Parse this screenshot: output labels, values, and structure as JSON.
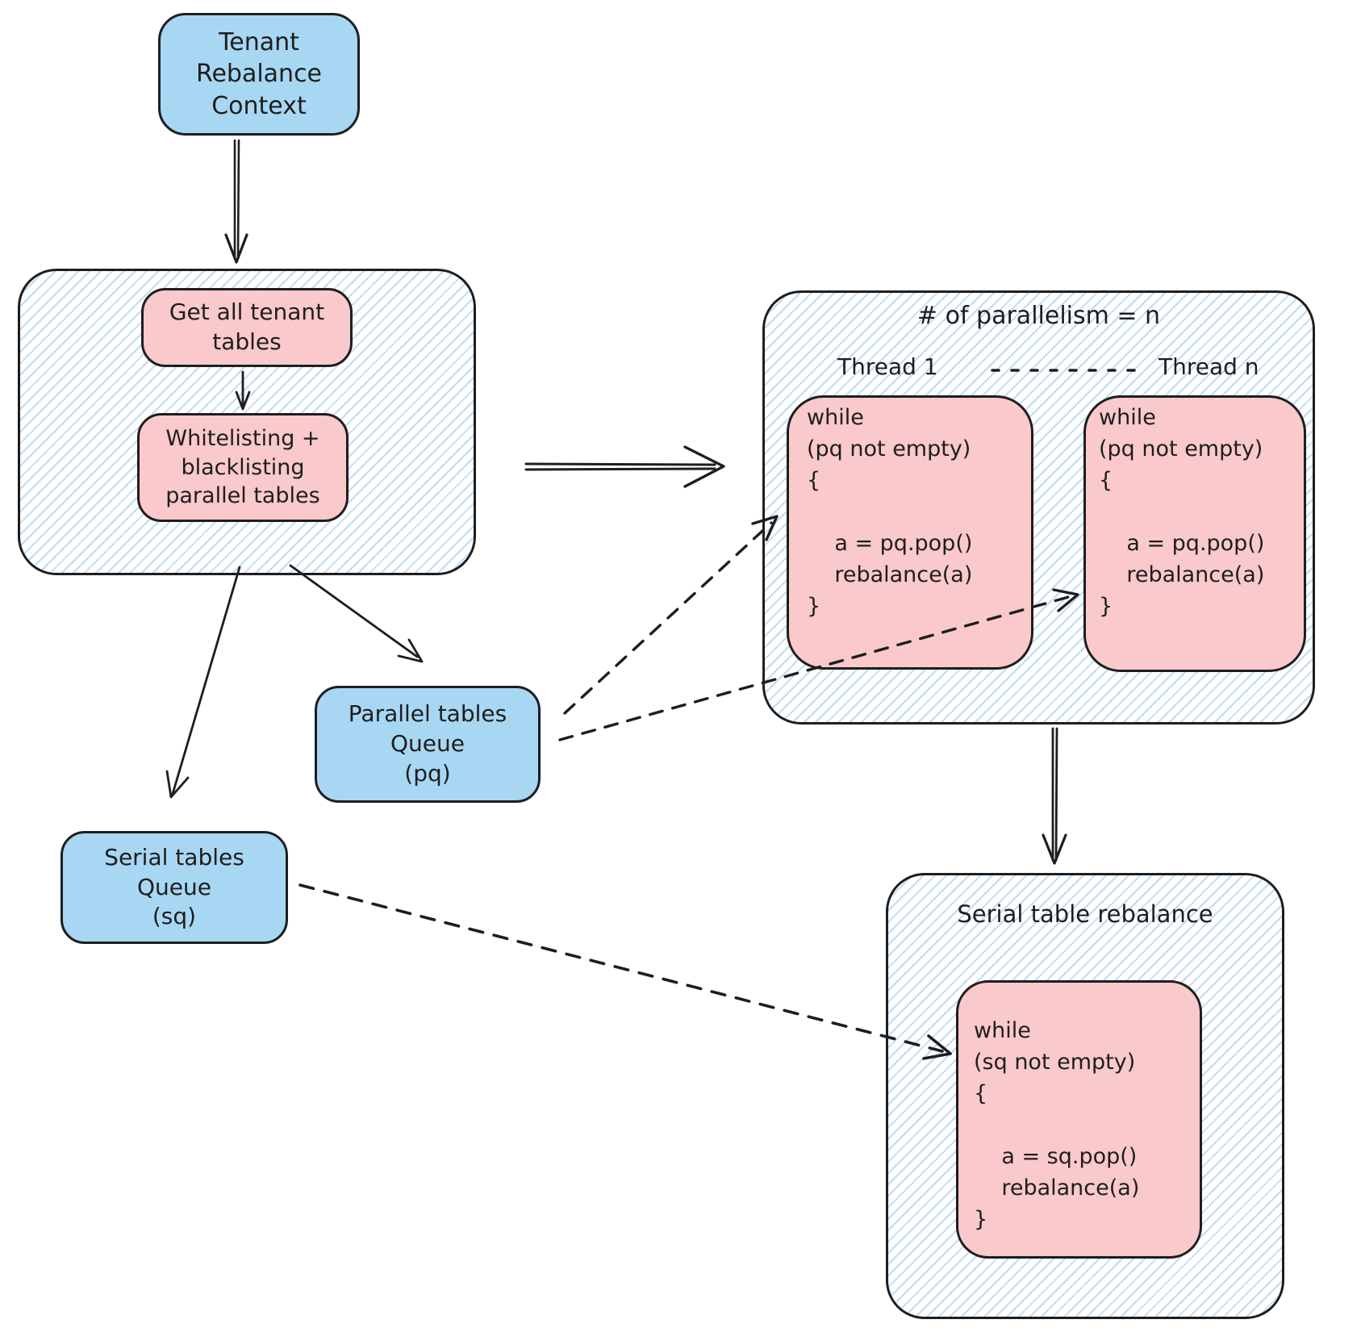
{
  "colors": {
    "blue_fill": "#a8d7f3",
    "pink_fill": "#f9c9cb",
    "stroke": "#1e1e1e",
    "hatch_blue": "#89c0ea",
    "background": "#ffffff"
  },
  "nodes": {
    "tenant_context": {
      "label": "Tenant\nRebalance\nContext"
    },
    "pipeline": {
      "get_tables_label": "Get all tenant\ntables",
      "whitelist_label": "Whitelisting +\nblacklisting\nparallel tables"
    },
    "parallel_queue_label": "Parallel tables\nQueue\n(pq)",
    "serial_queue_label": "Serial tables\nQueue\n(sq)",
    "parallel_container": {
      "title": "# of parallelism = n",
      "thread1_label": "Thread 1",
      "threadn_label": "Thread n",
      "loop_code": "while\n(pq not empty)\n{\n\n    a = pq.pop()\n    rebalance(a)\n}"
    },
    "serial_container": {
      "title": "Serial table rebalance",
      "loop_code": "while\n(sq not empty)\n{\n\n    a = sq.pop()\n    rebalance(a)\n}"
    }
  }
}
